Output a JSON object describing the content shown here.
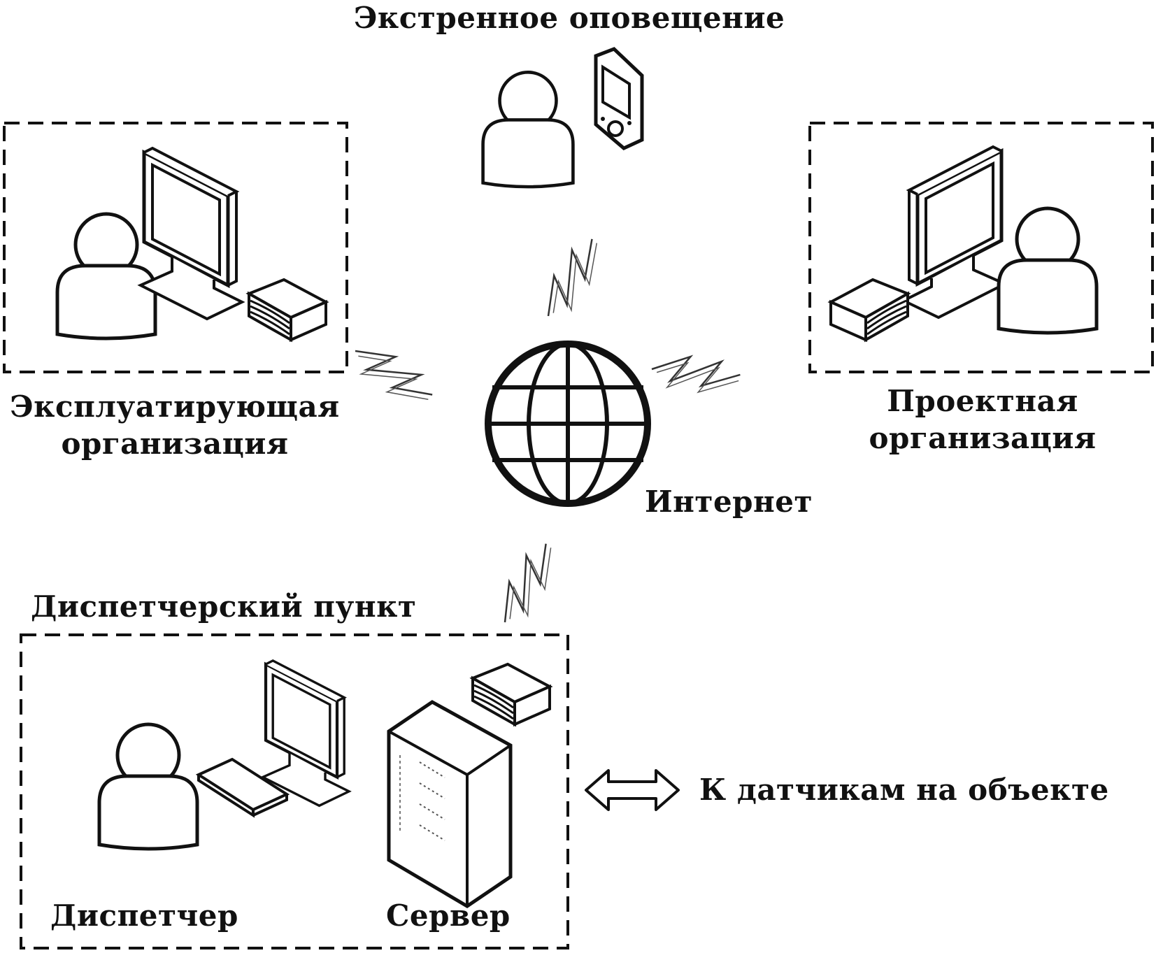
{
  "nodes": {
    "emergency": {
      "label": "Экстренное оповещение"
    },
    "operator_org": {
      "label_line1": "Эксплуатирующая",
      "label_line2": "организация"
    },
    "design_org": {
      "label_line1": "Проектная",
      "label_line2": "организация"
    },
    "internet": {
      "label": "Интернет"
    },
    "dispatch_point": {
      "label": "Диспетчерский пункт"
    },
    "dispatcher": {
      "label": "Диспетчер"
    },
    "server": {
      "label": "Сервер"
    },
    "sensors": {
      "label": "К датчикам на объекте"
    }
  },
  "edges": [
    {
      "from": "internet",
      "to": "emergency",
      "style": "wireless"
    },
    {
      "from": "internet",
      "to": "operator_org",
      "style": "wireless"
    },
    {
      "from": "internet",
      "to": "design_org",
      "style": "wireless"
    },
    {
      "from": "internet",
      "to": "dispatch_point",
      "style": "wireless"
    },
    {
      "from": "dispatch_point",
      "to": "sensors",
      "style": "bidirectional-arrow"
    }
  ],
  "colors": {
    "stroke": "#111111",
    "background": "#ffffff"
  }
}
